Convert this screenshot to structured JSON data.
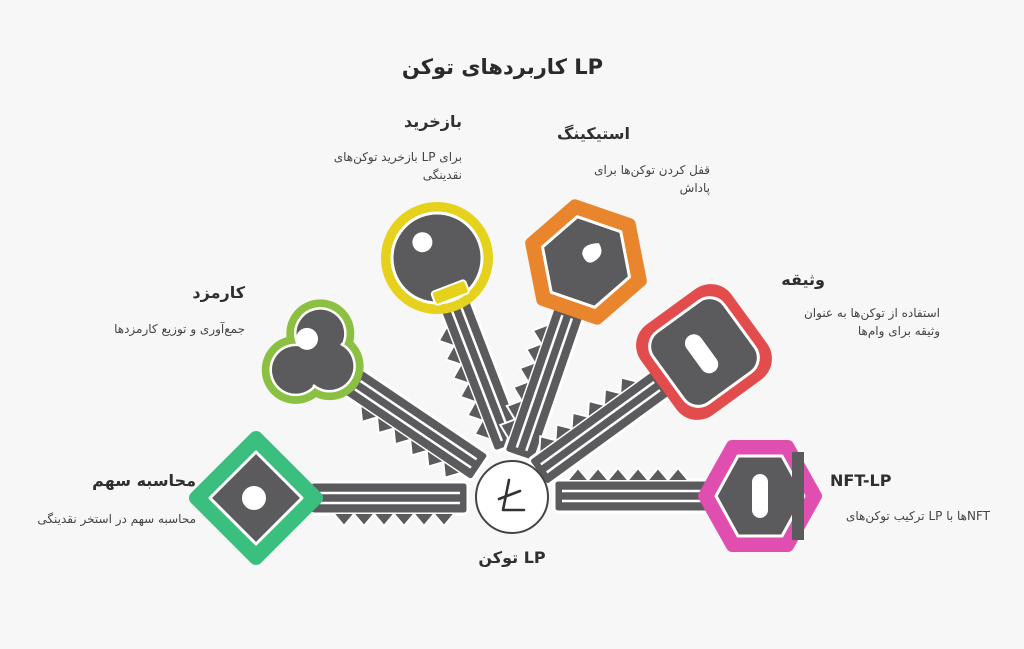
{
  "title": "LP کاربردهای توکن",
  "center_label": "LP توکن",
  "center_icon": "litecoin-icon",
  "items": [
    {
      "id": "share",
      "label": "محاسبه سهم",
      "desc": "محاسبه سهم در استخر نقدینگی",
      "color": "#3bbf7e"
    },
    {
      "id": "fee",
      "label": "کارمزد",
      "desc": "جمع‌آوری و توزیع کارمزدها",
      "color": "#8cc043"
    },
    {
      "id": "buyback",
      "label": "بازخرید",
      "desc": "برای LP بازخرید توکن‌های نقدینگی",
      "color": "#e6d21d"
    },
    {
      "id": "staking",
      "label": "استیکینگ",
      "desc": "قفل کردن توکن‌ها برای پاداش",
      "color": "#e9862d"
    },
    {
      "id": "collateral",
      "label": "وثیقه",
      "desc": "استفاده از توکن‌ها به عنوان وثیقه برای وام‌ها",
      "color": "#e24c4c"
    },
    {
      "id": "nft",
      "label": "NFT-LP",
      "desc": "NFTها با LP ترکیب توکن‌های",
      "color": "#e04fb0"
    }
  ]
}
